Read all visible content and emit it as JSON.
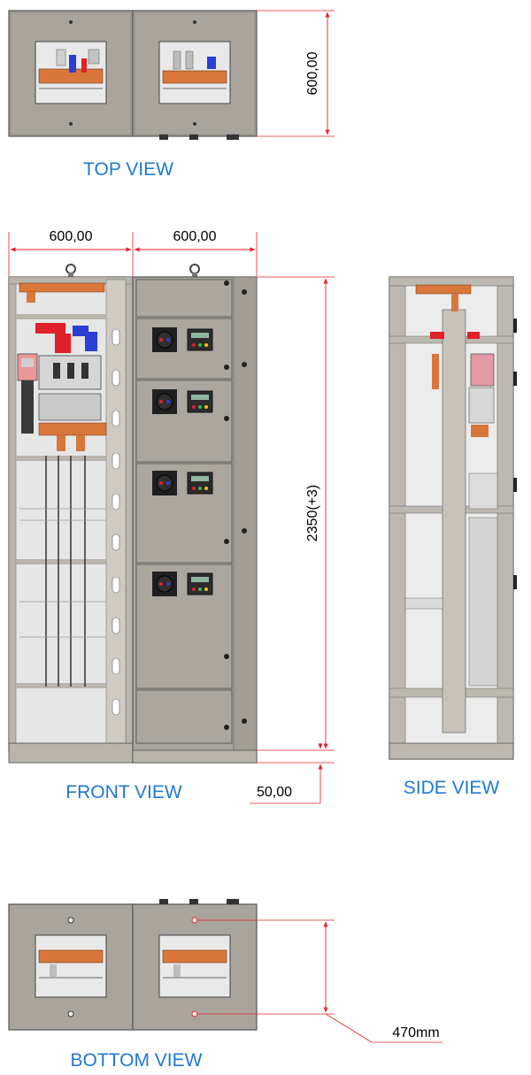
{
  "views": {
    "top": "TOP VIEW",
    "front": "FRONT VIEW",
    "side": "SIDE VIEW",
    "bottom": "BOTTOM VIEW"
  },
  "dimensions": {
    "top_depth": "600,00",
    "front_width_left": "600,00",
    "front_width_right": "600,00",
    "front_height": "2350(+3)",
    "base_height": "50,00",
    "bottom_depth": "470mm"
  },
  "colors": {
    "cabinet": "#a8a49b",
    "frame": "#bcb8af",
    "dimension": "#e8202a",
    "label": "#1f78d1",
    "copper": "#d9773a",
    "busbar_red": "#e0202a",
    "busbar_blue": "#2b3fd6"
  }
}
